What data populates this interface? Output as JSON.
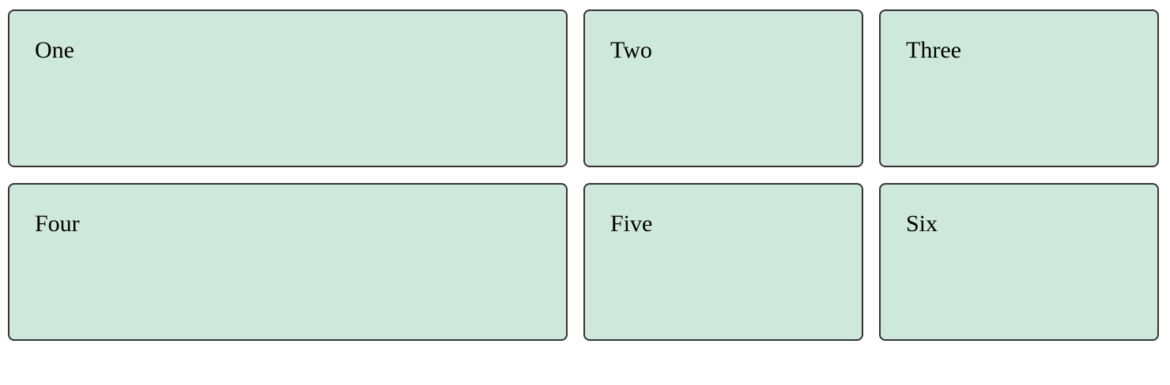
{
  "colors": {
    "card_background": "#cfe8dc",
    "card_border": "#333333",
    "page_background": "#ffffff"
  },
  "cards": [
    {
      "label": "One"
    },
    {
      "label": "Two"
    },
    {
      "label": "Three"
    },
    {
      "label": "Four"
    },
    {
      "label": "Five"
    },
    {
      "label": "Six"
    }
  ]
}
